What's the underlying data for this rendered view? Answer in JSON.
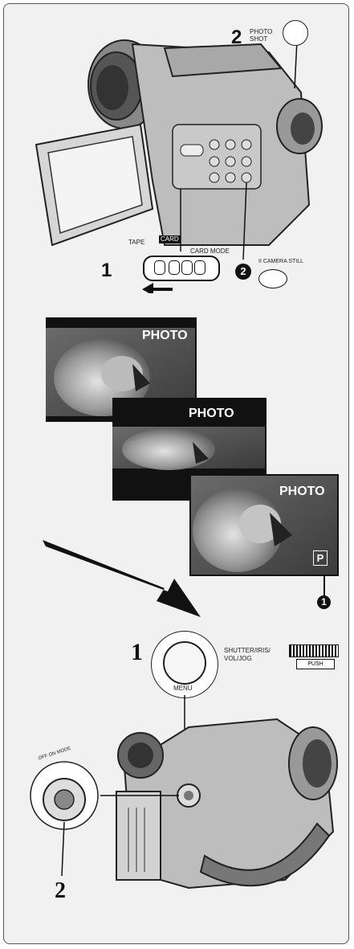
{
  "top_section": {
    "step2_number": "2",
    "photo_shot_label_line1": "PHOTO",
    "photo_shot_label_line2": "SHOT",
    "step1_number": "1",
    "tape_label": "TAPE",
    "card_label": "CARD",
    "card_mode_label": "CARD MODE",
    "camera_still_label": "II CAMERA STILL",
    "callout2": "2"
  },
  "screens_section": {
    "screen1_text": "PHOTO",
    "screen2_text": "PHOTO",
    "screen3_text": "PHOTO",
    "indicator_p": "P",
    "callout1": "1"
  },
  "bottom_section": {
    "step1_number": "1",
    "menu_label": "MENU",
    "shutter_label_line1": "SHUTTER/IRIS/",
    "shutter_label_line2": "VOL/JOG",
    "push_label": "PUSH",
    "mode_dial_label": "OFF ON MODE",
    "step2_number": "2"
  }
}
